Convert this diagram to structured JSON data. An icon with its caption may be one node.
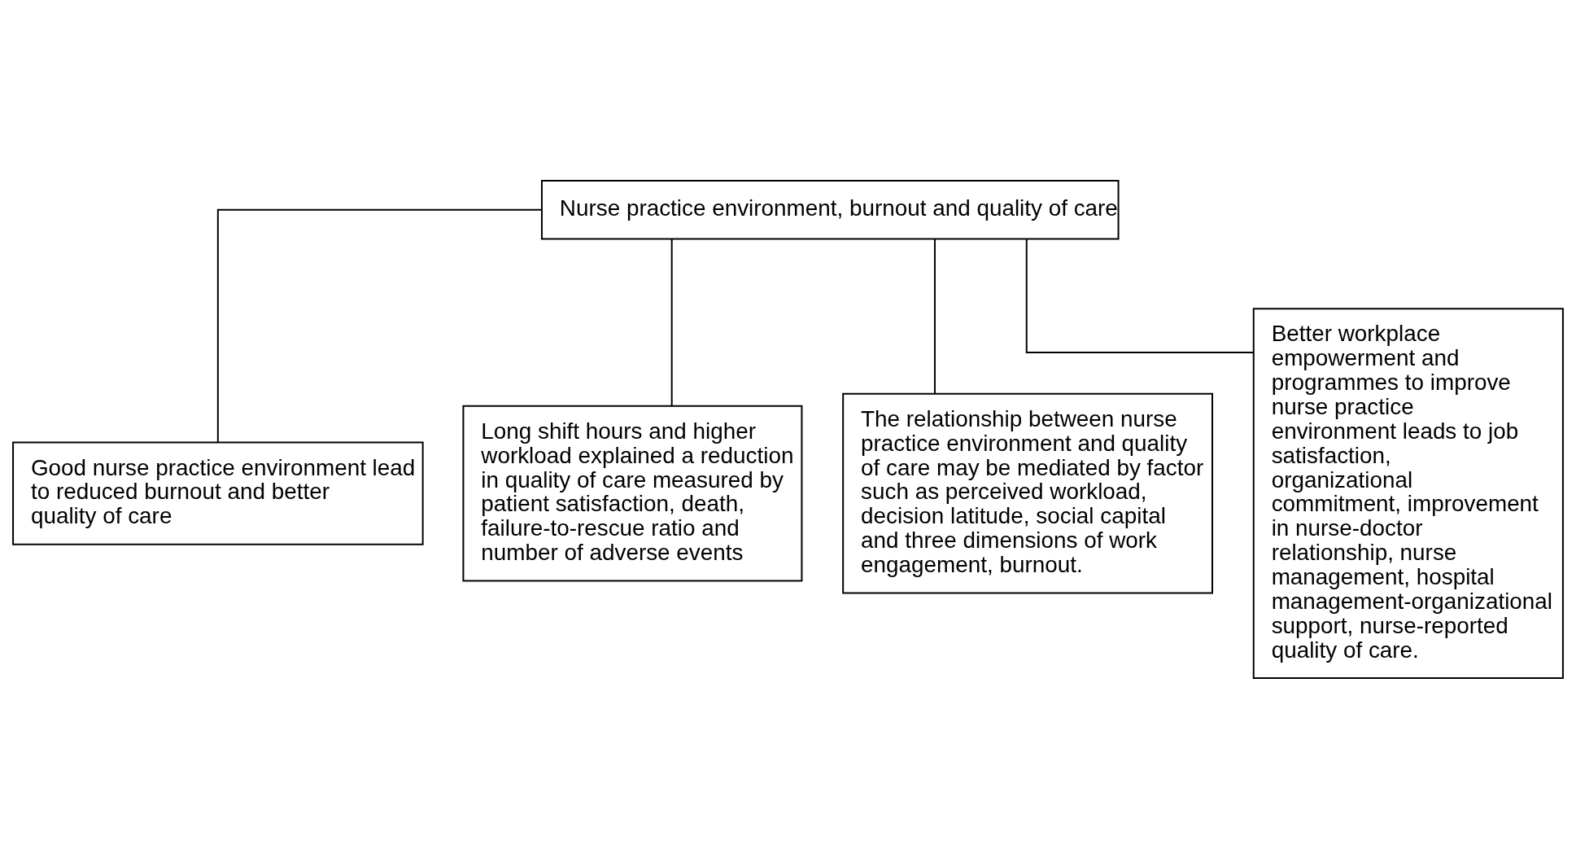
{
  "diagram": {
    "nodes": [
      {
        "text": [
          "Nurse practice environment, burnout and quality of care"
        ]
      },
      {
        "text": [
          "Good nurse practice environment lead to reduced burnout and better quality of care"
        ]
      },
      {
        "text": [
          "Long shift hours and higher workload explained a reduction in quality of care measured by patient satisfaction, death, failure-to-rescue ratio and number of adverse events"
        ]
      },
      {
        "text": [
          "The relationship between nurse practice environment and quality of care may be mediated by factor such as perceived workload, decision latitude, social capital and three dimensions of work engagement, burnout."
        ]
      },
      {
        "text": [
          "Better workplace empowerment and programmes to improve nurse practice environment leads to job satisfaction, organizational commitment, improvement in nurse-doctor relationship, nurse management, hospital management-organizational support, nurse-reported quality of care."
        ]
      }
    ],
    "edges": [
      {
        "from": 0,
        "to": 1,
        "arrow": "none"
      },
      {
        "from": 0,
        "to": 2,
        "arrow": "none"
      },
      {
        "from": 0,
        "to": 3,
        "arrow": "none"
      },
      {
        "from": 0,
        "to": 4,
        "arrow": "none"
      }
    ]
  }
}
